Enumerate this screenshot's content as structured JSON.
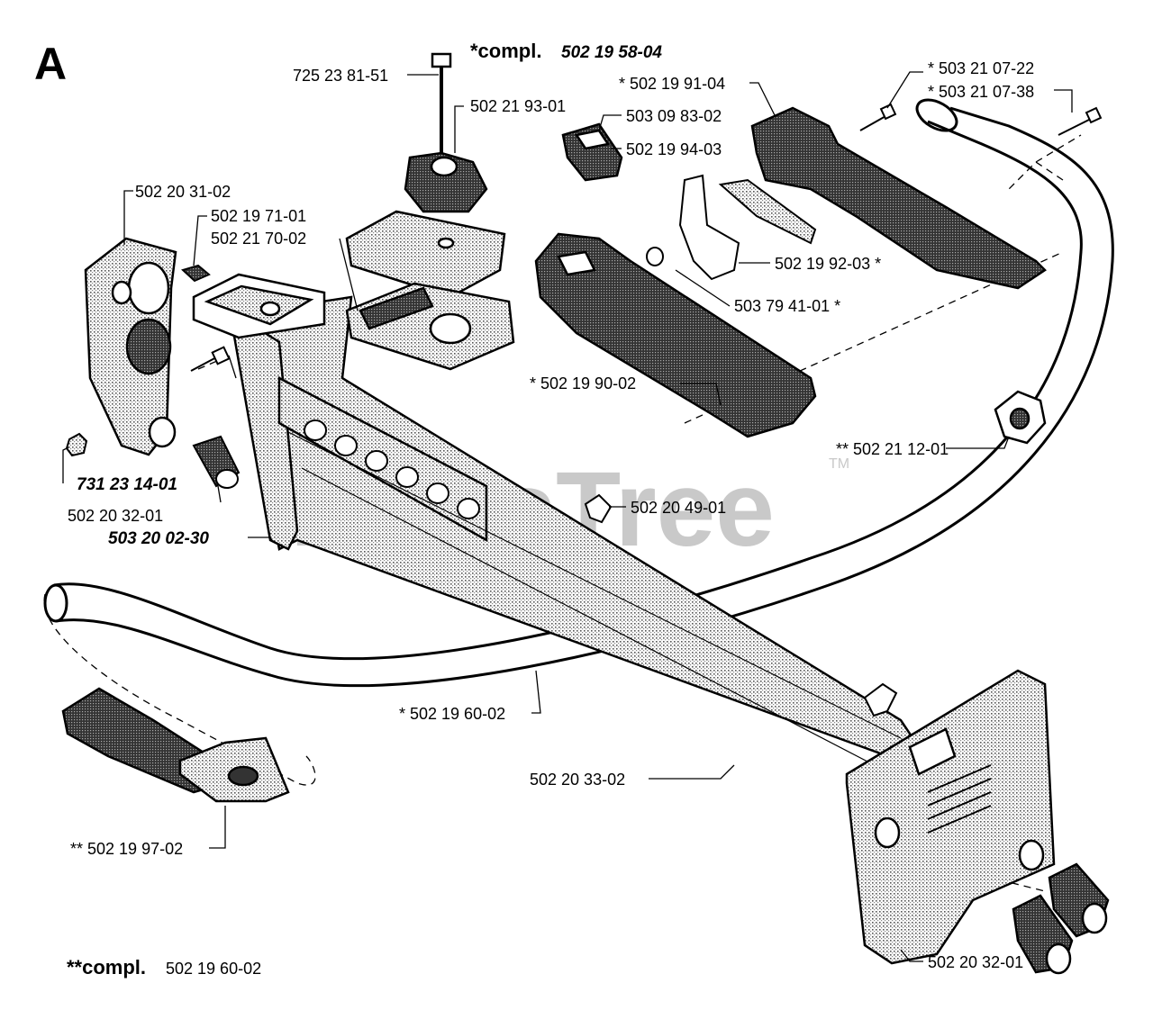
{
  "diagram": {
    "section_letter": "A",
    "watermark": "PartsTree",
    "watermark_tm": "TM",
    "header": {
      "prefix": "*compl.",
      "number": "502 19 58-04"
    },
    "footer": {
      "prefix": "**compl.",
      "number": "502 19 60-02"
    },
    "labels": [
      {
        "id": "l1",
        "text": "725 23 81-51"
      },
      {
        "id": "l2",
        "text": "502 21 93-01"
      },
      {
        "id": "l3",
        "text": "503 09 83-02"
      },
      {
        "id": "l4",
        "text": "502 19 94-03"
      },
      {
        "id": "l5",
        "text": "* 502 19 91-04"
      },
      {
        "id": "l6",
        "text": "* 503 21 07-22"
      },
      {
        "id": "l7",
        "text": "* 503 21 07-38"
      },
      {
        "id": "l8",
        "text": "502 20 31-02"
      },
      {
        "id": "l9",
        "text": "502 19 71-01"
      },
      {
        "id": "l10",
        "text": "502 21 70-02"
      },
      {
        "id": "l11",
        "text": "502 19 92-03 *"
      },
      {
        "id": "l12",
        "text": "503 79 41-01 *"
      },
      {
        "id": "l13",
        "text": "* 502 19 90-02"
      },
      {
        "id": "l14",
        "text": "** 502 21 12-01"
      },
      {
        "id": "l15",
        "text": "731 23 14-01"
      },
      {
        "id": "l16",
        "text": "502 20 32-01"
      },
      {
        "id": "l17",
        "text": "503 20 02-30"
      },
      {
        "id": "l18",
        "text": "502 20 49-01"
      },
      {
        "id": "l19",
        "text": "* 502 19 60-02"
      },
      {
        "id": "l20",
        "text": "502 20 33-02"
      },
      {
        "id": "l21",
        "text": "** 502 19 97-02"
      },
      {
        "id": "l22",
        "text": "502 20 32-01"
      }
    ]
  }
}
